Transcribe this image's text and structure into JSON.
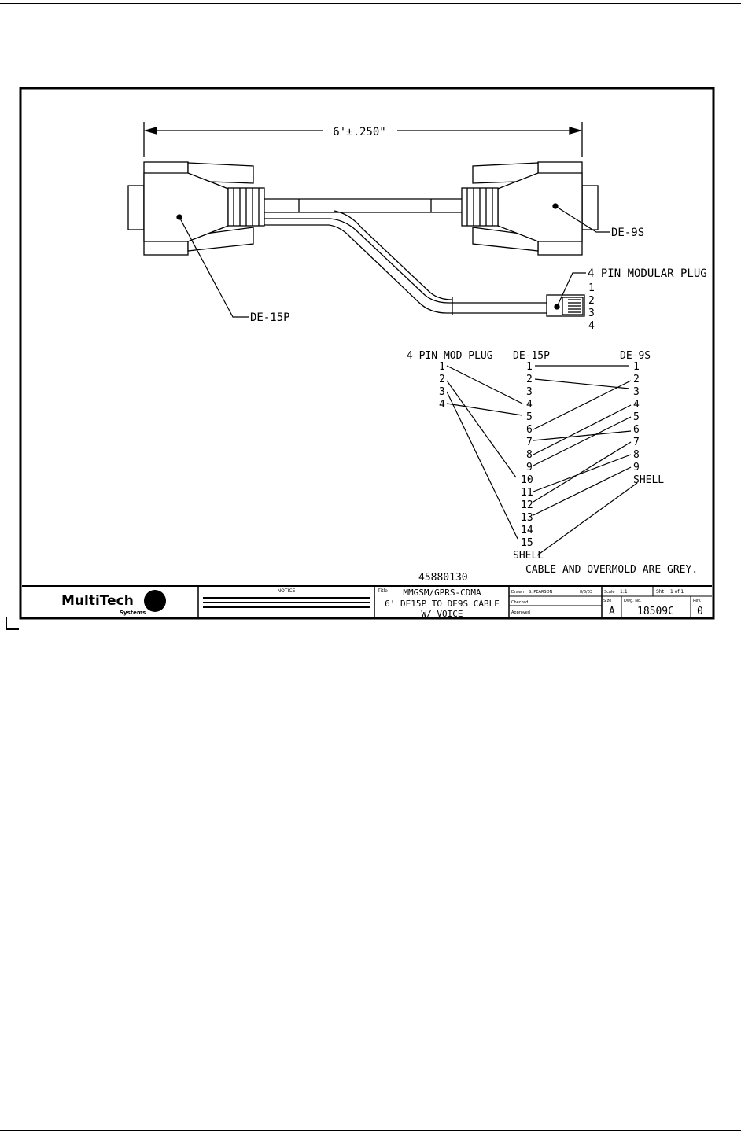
{
  "drawing": {
    "dimension": "6'±.250\"",
    "labels": {
      "de15p": "DE-15P",
      "de9s": "DE-9S",
      "modular_plug": "4 PIN MODULAR PLUG"
    },
    "plug_pins": [
      "1",
      "2",
      "3",
      "4"
    ]
  },
  "pinout": {
    "header_mod": "4 PIN MOD PLUG",
    "header_de15p": "DE-15P",
    "header_de9s": "DE-9S",
    "mod_pins": [
      "1",
      "2",
      "3",
      "4"
    ],
    "de15_pins": [
      "1",
      "2",
      "3",
      "4",
      "5",
      "6",
      "7",
      "8",
      "9",
      "10",
      "11",
      "12",
      "13",
      "14",
      "15",
      "SHELL"
    ],
    "de9_pins": [
      "1",
      "2",
      "3",
      "4",
      "5",
      "6",
      "7",
      "8",
      "9",
      "SHELL"
    ]
  },
  "part_number": "45880130",
  "note": "CABLE AND OVERMOLD ARE GREY.",
  "title_block": {
    "company": "MultiTech",
    "company_sub": "Systems",
    "notice_title": "-NOTICE-",
    "title_label": "Title",
    "title_lines": [
      "MMGSM/GPRS-CDMA",
      "6' DE15P TO DE9S CABLE",
      "W/ VOICE"
    ],
    "drawn_label": "Drawn",
    "drawn_value": "S. PEARSON",
    "date_value": "8/6/03",
    "checked_label": "Checked",
    "approved_label": "Approved",
    "scale_label": "Scale",
    "scale_value": "1:1",
    "sheet_label": "Sht",
    "sheet_value": "1 of 1",
    "size_label": "Size",
    "size_value": "A",
    "dwg_label": "Dwg. No.",
    "dwg_value": "18509C",
    "rev_label": "Rev.",
    "rev_value": "0"
  }
}
